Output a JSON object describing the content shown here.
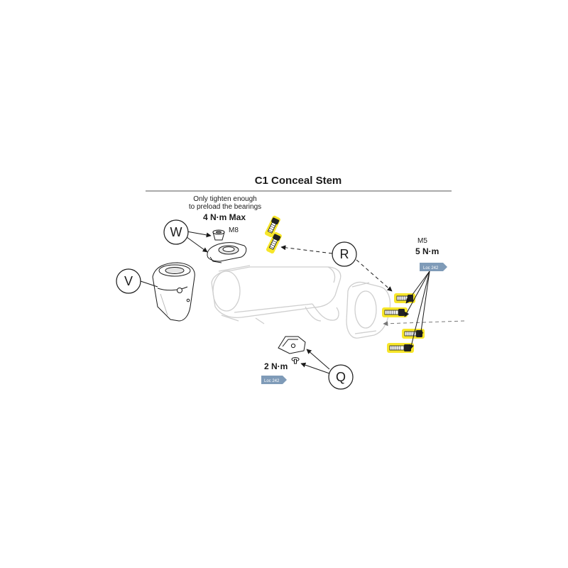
{
  "title": "C1 Conceal Stem",
  "note_lines": [
    "Only tighten enough",
    "to preload the bearings"
  ],
  "labels": {
    "w": "W",
    "v": "V",
    "r": "R",
    "q": "Q"
  },
  "torques": {
    "w_max": "4 N·m Max",
    "w_thread": "M8",
    "r_thread": "M5",
    "r": "5 N·m",
    "q": "2 N·m"
  },
  "compound_tag": "Loc 242",
  "colors": {
    "highlight": "#f7e62a",
    "line": "#1a1a1a",
    "part_outline": "#c9c9c9",
    "tag": "#7f9bb8"
  }
}
